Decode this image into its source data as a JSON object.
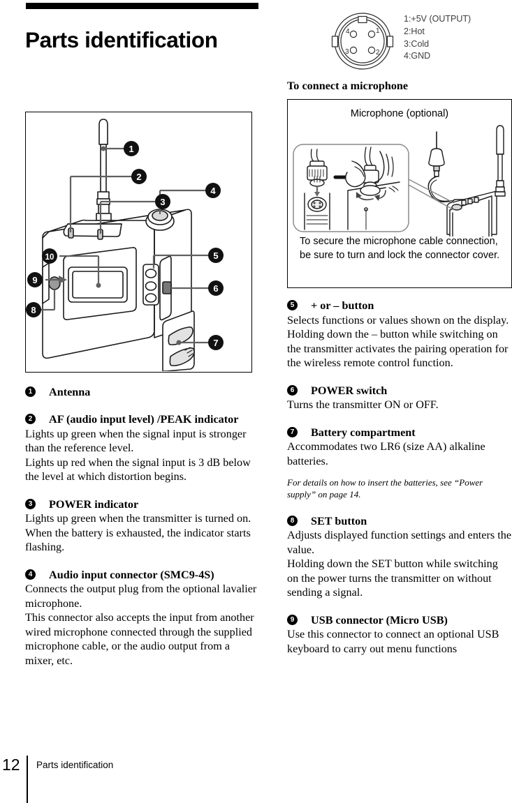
{
  "document": {
    "title": "Parts identification",
    "footer": {
      "page_number": "12",
      "section_label": "Parts identification"
    }
  },
  "pinout": {
    "name": "connector-pinout",
    "pin_lines": "1:+5V (OUTPUT)\n2:Hot\n3:Cold\n4:GND",
    "pin_numbers": [
      "1",
      "2",
      "3",
      "4"
    ]
  },
  "figure": {
    "name": "transmitter-diagram",
    "callouts": [
      "1",
      "2",
      "3",
      "4",
      "5",
      "6",
      "7",
      "8",
      "9",
      "10"
    ]
  },
  "left_items": [
    {
      "num": "1",
      "heading": "Antenna",
      "body": ""
    },
    {
      "num": "2",
      "heading": " AF (audio input level) /PEAK indicator",
      "body": "Lights up green when the signal input is stronger than the reference level.\nLights up red when the signal input is 3 dB below the level at which distortion begins."
    },
    {
      "num": "3",
      "heading": "POWER indicator",
      "body": "Lights up green when the transmitter is turned on. When the battery is exhausted, the indicator starts flashing."
    },
    {
      "num": "4",
      "heading": "Audio input connector (SMC9-4S)",
      "body": "Connects the output plug from the optional lavalier microphone.\nThis connector also accepts the input from another wired microphone connected through the supplied microphone cable, or the audio output from a mixer, etc."
    }
  ],
  "right_section": {
    "sub_heading": "To connect a microphone",
    "mic_box": {
      "label": "Microphone (optional)",
      "caption": "To secure the microphone cable connection, be sure to turn and lock the connector cover."
    }
  },
  "right_items": [
    {
      "num": "5",
      "heading": " + or – button",
      "body": "Selects functions or values shown on the display.\nHolding down the – button while switching on the transmitter activates the pairing operation for the wireless remote control function.",
      "note": ""
    },
    {
      "num": "6",
      "heading": "POWER switch",
      "body": "Turns the transmitter ON or OFF.",
      "note": ""
    },
    {
      "num": "7",
      "heading": "Battery compartment",
      "body": "Accommodates two LR6 (size AA) alkaline batteries.",
      "note": "For details on how to insert the batteries, see “Power supply” on page 14."
    },
    {
      "num": "8",
      "heading": "SET button",
      "body": "Adjusts displayed function settings and enters the value.\nHolding down the SET button while switching on the power turns the transmitter on without sending a signal.",
      "note": ""
    },
    {
      "num": "9",
      "heading": "USB connector (Micro USB)",
      "body": "Use this connector to connect an optional USB keyboard to carry out menu functions",
      "note": ""
    }
  ]
}
